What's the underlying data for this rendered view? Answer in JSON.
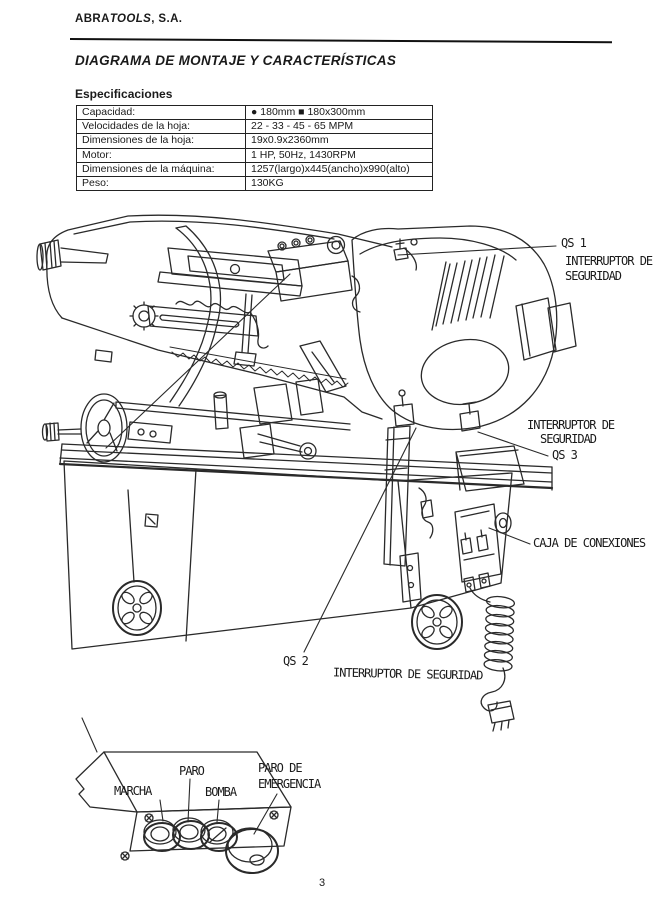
{
  "header": {
    "company_plain": "ABRA",
    "company_italic": "TOOLS",
    "company_suffix": ", S.A."
  },
  "title": "DIAGRAMA DE MONTAJE Y CARACTERÍSTICAS",
  "section_heading": "Especificaciones",
  "spec_table": {
    "rows": [
      {
        "label": "Capacidad:",
        "value": "● 180mm ■ 180x300mm"
      },
      {
        "label": "Velocidades de la hoja:",
        "value": "22 - 33 - 45 - 65 MPM"
      },
      {
        "label": "Dimensiones de la hoja:",
        "value": "19x0.9x2360mm"
      },
      {
        "label": "Motor:",
        "value": "1 HP, 50Hz, 1430RPM"
      },
      {
        "label": "Dimensiones de la máquina:",
        "value": "1257(largo)x445(ancho)x990(alto)"
      },
      {
        "label": "Peso:",
        "value": "130KG"
      }
    ]
  },
  "diagram_labels": {
    "qs1_code": "QS 1",
    "qs1_line1": "INTERRUPTOR DE",
    "qs1_line2": "SEGURIDAD",
    "qs3_line1": "INTERRUPTOR DE",
    "qs3_line2": "SEGURIDAD",
    "qs3_code": "QS 3",
    "connection_box": "CAJA DE CONEXIONES",
    "qs2_code": "QS 2",
    "qs2_label": "INTERRUPTOR DE SEGURIDAD",
    "panel_marcha": "MARCHA",
    "panel_paro": "PARO",
    "panel_bomba": "BOMBA",
    "panel_paro_de": "PARO DE",
    "panel_emergencia": "EMERGENCIA"
  },
  "page_number": "3"
}
